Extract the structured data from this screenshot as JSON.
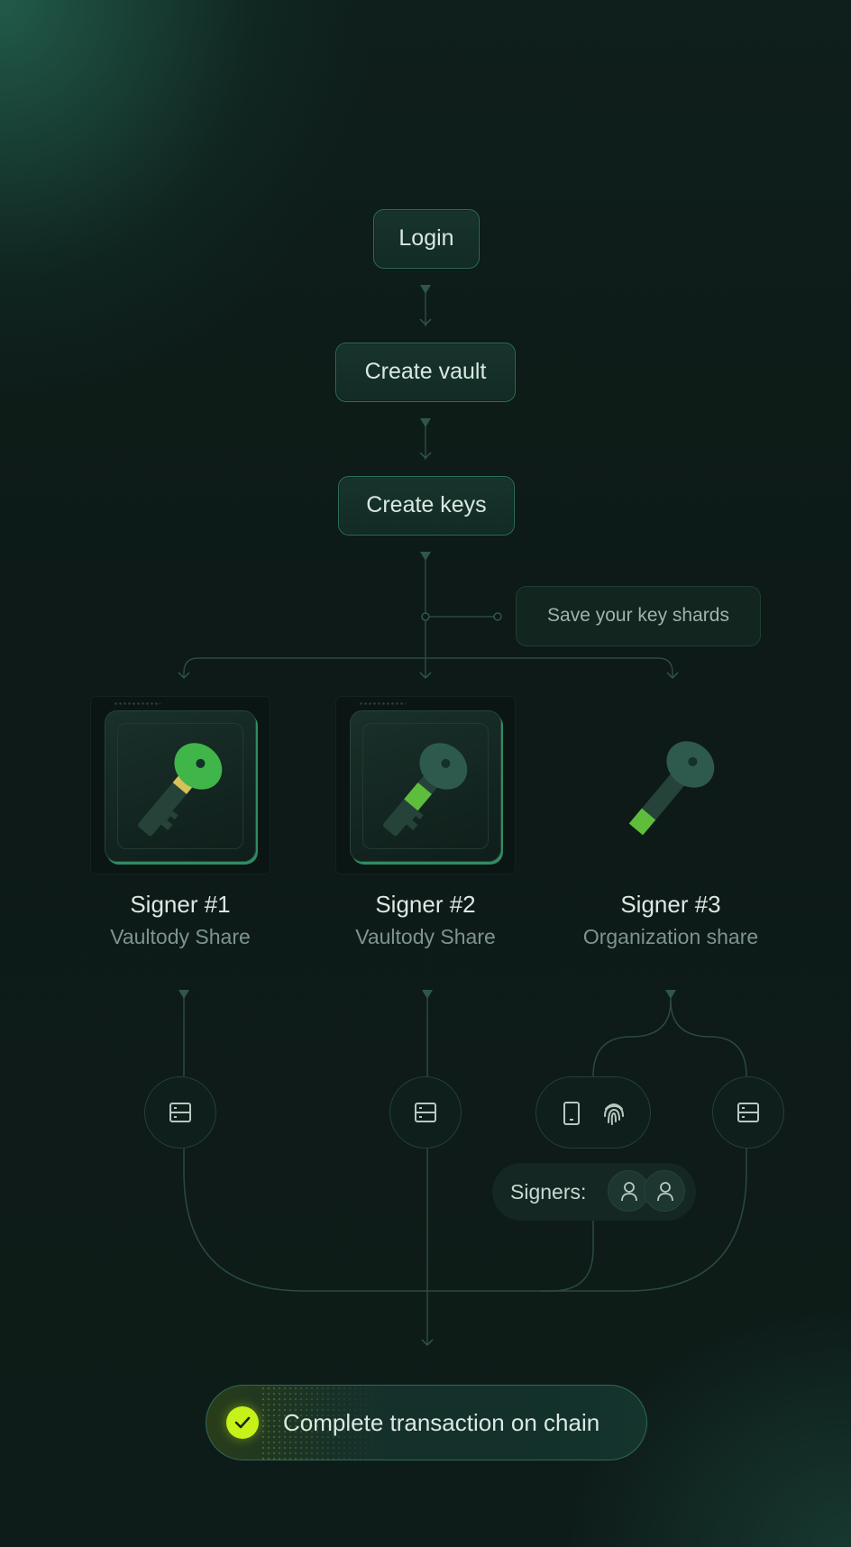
{
  "flow": {
    "login": "Login",
    "create_vault": "Create vault",
    "create_keys": "Create keys",
    "tooltip": "Save your key shards"
  },
  "signers": [
    {
      "title": "Signer #1",
      "subtitle": "Vaultody Share"
    },
    {
      "title": "Signer #2",
      "subtitle": "Vaultody Share"
    },
    {
      "title": "Signer #3",
      "subtitle": "Organization share"
    }
  ],
  "approval": {
    "signers_label": "Signers:",
    "icons": [
      "server-icon",
      "server-icon",
      "phone-icon",
      "fingerprint-icon",
      "server-icon",
      "user-icon",
      "user-icon"
    ]
  },
  "final": {
    "label": "Complete transaction on chain",
    "icon": "check-icon"
  },
  "colors": {
    "background": "#0d1a17",
    "node_border": "#2c6e57",
    "accent_green": "#2f8c63",
    "success": "#c6f219"
  }
}
